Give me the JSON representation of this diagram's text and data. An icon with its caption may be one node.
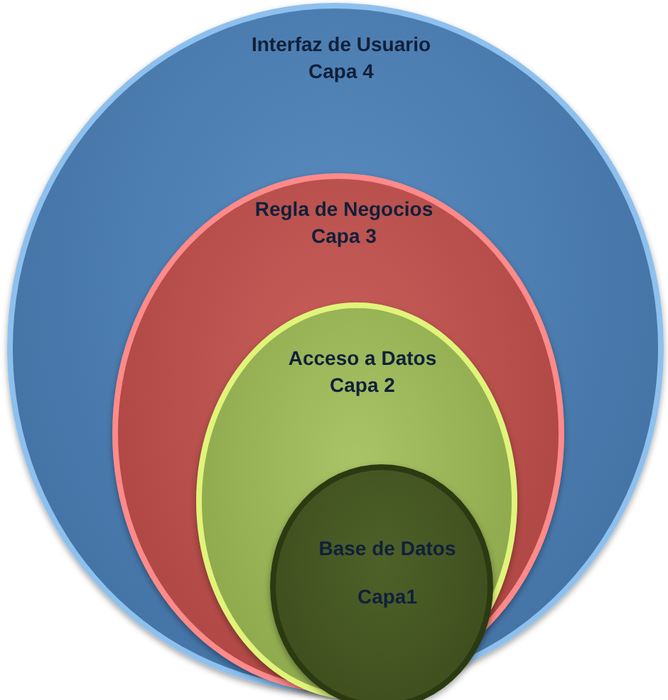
{
  "diagram": {
    "nodes": [
      {
        "text": [
          "Interfaz de Usuario Capa 4"
        ]
      },
      {
        "text": [
          "Regla de Negocios Capa 3"
        ],
        "in": 0
      },
      {
        "text": [
          "Acceso a Datos Capa 2"
        ],
        "in": 1
      },
      {
        "text": [
          "Base de Datos",
          "Capa1"
        ],
        "in": 2
      }
    ]
  }
}
